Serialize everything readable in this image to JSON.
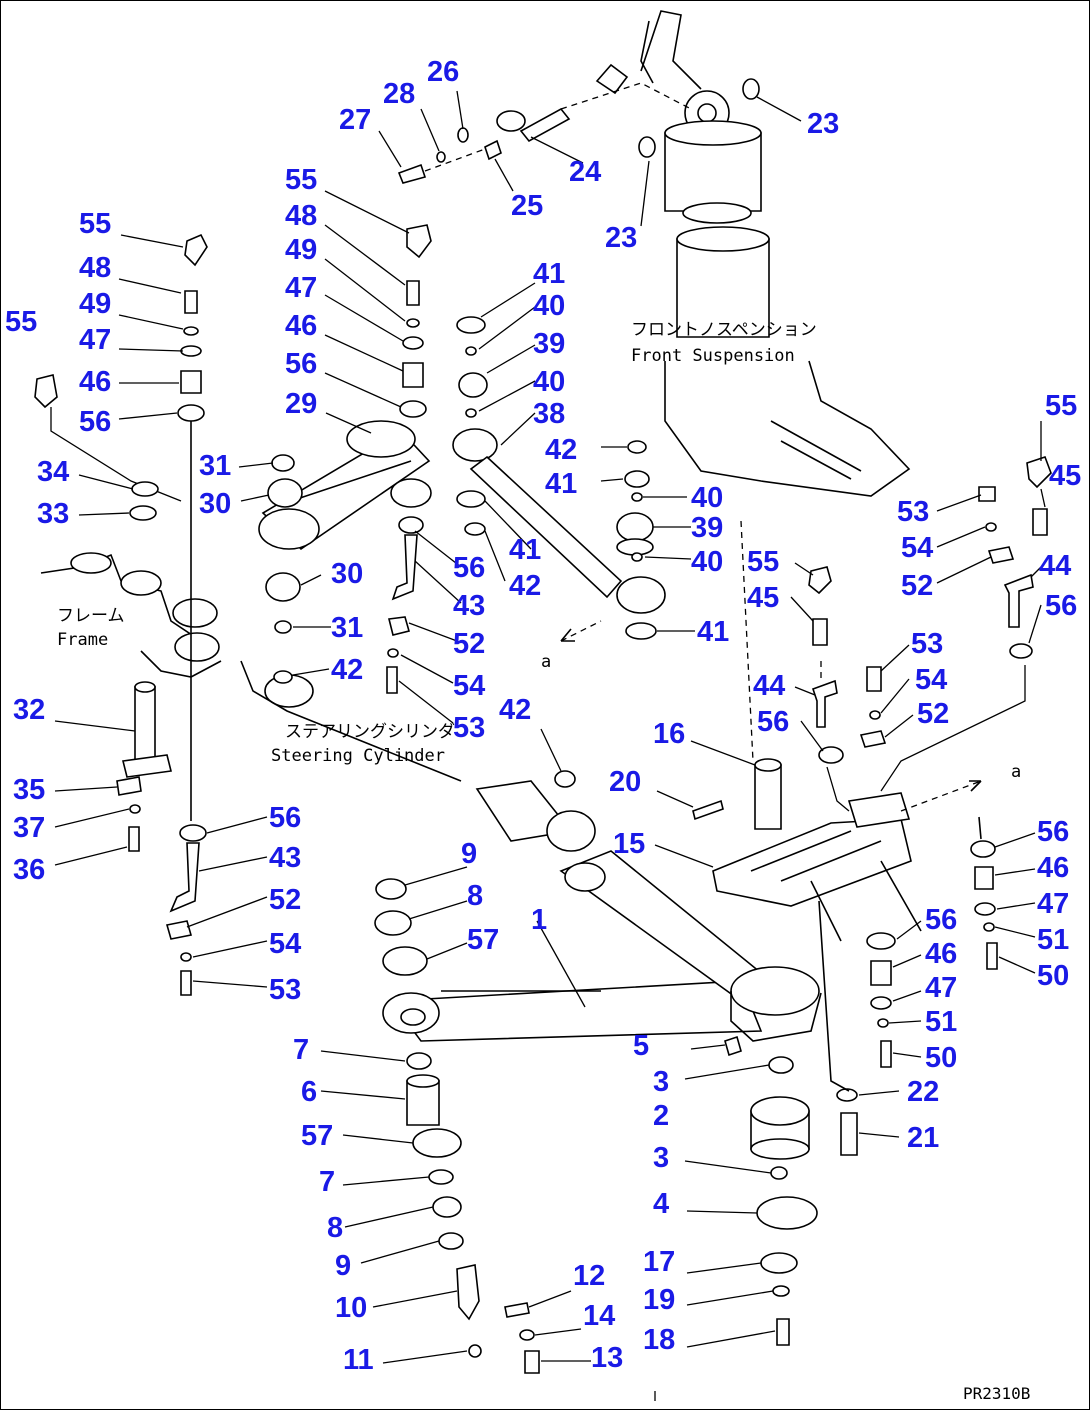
{
  "diagram": {
    "captions": {
      "front_suspension_jp": "フロントノスペンション",
      "front_suspension_en": "Front Suspension",
      "frame_jp": "フレーム",
      "frame_en": "Frame",
      "steering_cylinder_jp": "ステアリングシリンダ",
      "steering_cylinder_en": "Steering Cylinder",
      "ref_a_left": "a",
      "ref_a_right": "a"
    },
    "drawing_id": "PR2310B",
    "label_color": "#1a1ae6",
    "part_numbers": {
      "p1": "1",
      "p2": "2",
      "p3a": "3",
      "p3b": "3",
      "p4": "4",
      "p5": "5",
      "p6": "6",
      "p7a": "7",
      "p7b": "7",
      "p8a": "8",
      "p8b": "8",
      "p9a": "9",
      "p9b": "9",
      "p10": "10",
      "p11": "11",
      "p12": "12",
      "p13": "13",
      "p14": "14",
      "p15": "15",
      "p16": "16",
      "p17": "17",
      "p18": "18",
      "p19": "19",
      "p20": "20",
      "p21": "21",
      "p22": "22",
      "p23a": "23",
      "p23b": "23",
      "p24": "24",
      "p25": "25",
      "p26": "26",
      "p27": "27",
      "p28": "28",
      "p29": "29",
      "p30a": "30",
      "p30b": "30",
      "p31a": "31",
      "p31b": "31",
      "p32": "32",
      "p33": "33",
      "p34": "34",
      "p35": "35",
      "p36": "36",
      "p37": "37",
      "p38": "38",
      "p39a": "39",
      "p39b": "39",
      "p40a": "40",
      "p40b": "40",
      "p40c": "40",
      "p40d": "40",
      "p41a": "41",
      "p41b": "41",
      "p41c": "41",
      "p41d": "41",
      "p42a": "42",
      "p42b": "42",
      "p42c": "42",
      "p42d": "42",
      "p43a": "43",
      "p43b": "43",
      "p44a": "44",
      "p44b": "44",
      "p45a": "45",
      "p45b": "45",
      "p46a": "46",
      "p46b": "46",
      "p46c": "46",
      "p46d": "46",
      "p47a": "47",
      "p47b": "47",
      "p47c": "47",
      "p47d": "47",
      "p48a": "48",
      "p48b": "48",
      "p49a": "49",
      "p49b": "49",
      "p50a": "50",
      "p50b": "50",
      "p51a": "51",
      "p51b": "51",
      "p52a": "52",
      "p52b": "52",
      "p52c": "52",
      "p52d": "52",
      "p53a": "53",
      "p53b": "53",
      "p53c": "53",
      "p53d": "53",
      "p54a": "54",
      "p54b": "54",
      "p54c": "54",
      "p54d": "54",
      "p55a": "55",
      "p55b": "55",
      "p55c": "55",
      "p55d": "55",
      "p55e": "55",
      "p56a": "56",
      "p56b": "56",
      "p56c": "56",
      "p56d": "56",
      "p56e": "56",
      "p56f": "56",
      "p56g": "56",
      "p56h": "56",
      "p57a": "57",
      "p57b": "57"
    }
  }
}
